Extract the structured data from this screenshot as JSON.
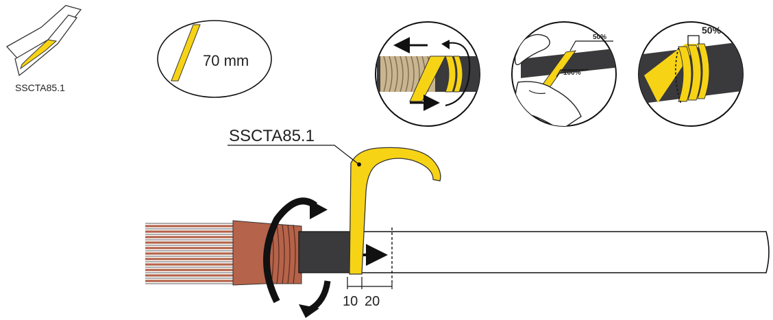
{
  "product_code_small": "SSCTA85.1",
  "tape_length_label": "70 mm",
  "overlap_label_a": "50%",
  "overlap_label_b": "100%",
  "overlap_label_c": "50%",
  "callout_label": "SSCTA85.1",
  "dimension_left": "10",
  "dimension_right": "20",
  "colors": {
    "tape_yellow": "#f7d316",
    "cable_dark": "#3a3a3c",
    "copper": "#b5634a",
    "braid_tan": "#c9b58f",
    "outline": "#111111"
  }
}
